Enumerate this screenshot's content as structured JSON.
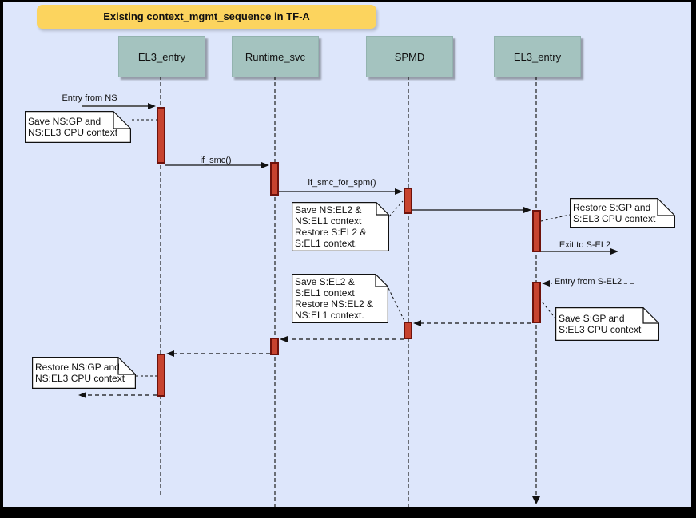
{
  "title": "Existing context_mgmt_sequence in TF-A",
  "lifelines": [
    {
      "name": "EL3_entry"
    },
    {
      "name": "Runtime_svc"
    },
    {
      "name": "SPMD"
    },
    {
      "name": "EL3_entry"
    }
  ],
  "messages": [
    {
      "label": "Entry from NS",
      "type": "solid"
    },
    {
      "label": "if_smc()",
      "type": "solid"
    },
    {
      "label": "if_smc_for_spm()",
      "type": "solid"
    },
    {
      "label": "",
      "type": "solid"
    },
    {
      "label": "Exit to S-EL2",
      "type": "solid"
    },
    {
      "label": "Entry from S-EL2",
      "type": "dashed"
    },
    {
      "label": "",
      "type": "dashed"
    },
    {
      "label": "",
      "type": "dashed"
    },
    {
      "label": "",
      "type": "dashed"
    },
    {
      "label": "",
      "type": "dashed"
    }
  ],
  "notes": [
    {
      "text": "Save NS:GP and\nNS:EL3 CPU context"
    },
    {
      "text": "Save NS:EL2 &\nNS:EL1 context\nRestore S:EL2 &\nS:EL1 context."
    },
    {
      "text": "Restore S:GP and\nS:EL3 CPU context"
    },
    {
      "text": "Save S:EL2 &\nS:EL1 context\nRestore NS:EL2 &\nNS:EL1 context."
    },
    {
      "text": "Save S:GP and\nS:EL3 CPU context"
    },
    {
      "text": "Restore NS:GP and\nNS:EL3 CPU context"
    }
  ],
  "colors": {
    "frame": "#000000",
    "background": "#dde6fb",
    "title_fill": "#fcd45e",
    "lifeline_fill": "#a4c3bf",
    "activation_fill": "#c7432f",
    "activation_border": "#6e120b",
    "note_fill": "#ffffff"
  }
}
